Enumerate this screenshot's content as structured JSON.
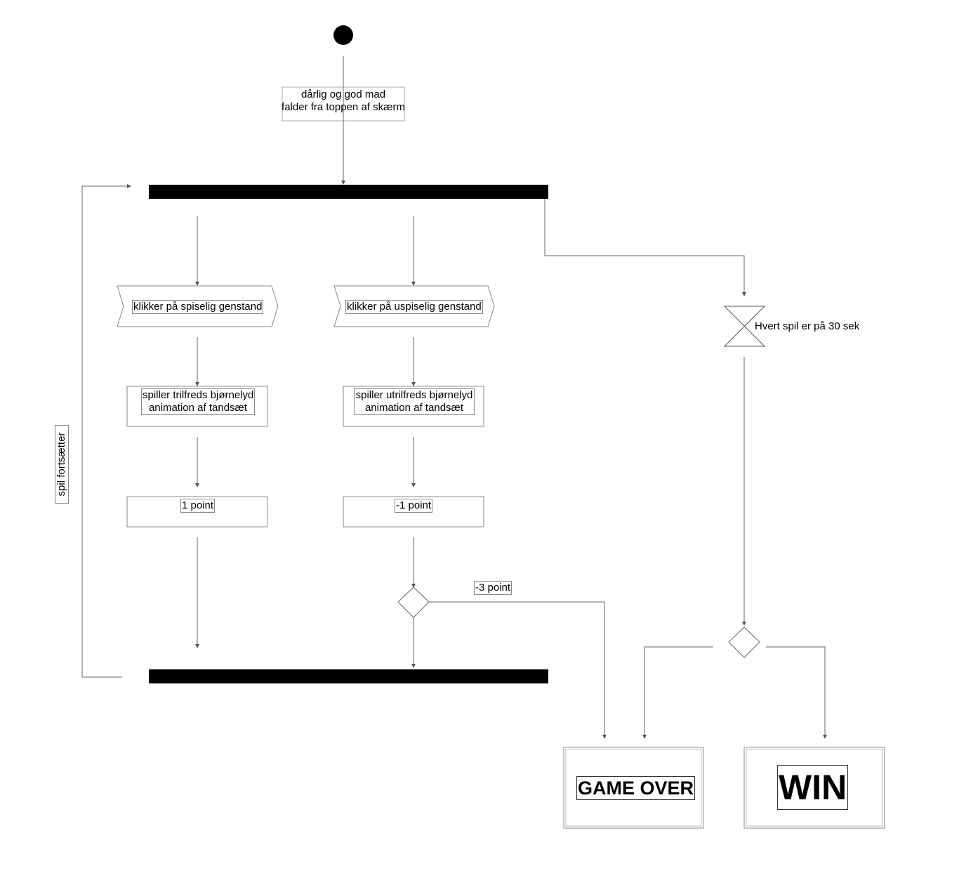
{
  "diagram": {
    "start_action": {
      "line1": "dårlig og god mad",
      "line2": "falder fra toppen af skærm"
    },
    "signal_left": "klikker på spiselig genstand",
    "signal_right": "klikker på uspiselig genstand",
    "action_left": {
      "line1": "spiller trilfreds bjørnelyd",
      "line2": "animation af tandsæt"
    },
    "action_right": {
      "line1": "spiller utrilfreds bjørnelyd",
      "line2": "animation af tandsæt"
    },
    "points_left": "1 point",
    "points_right": "-1 point",
    "guard_minus3": "-3 point",
    "timer_label": "Hvert spil er på 30 sek",
    "loop_label": "spil fortsætter",
    "end_game_over": "GAME OVER",
    "end_win": "WIN"
  }
}
